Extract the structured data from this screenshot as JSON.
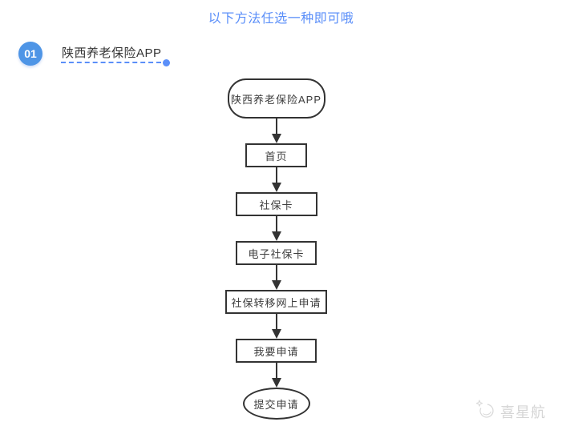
{
  "header": {
    "note": "以下方法任选一种即可哦"
  },
  "section": {
    "number": "01",
    "title": "陕西养老保险APP"
  },
  "flowchart": {
    "type": "flowchart",
    "direction": "top-down",
    "nodes": [
      {
        "label": "陕西养老保险APP",
        "shape": "stadium"
      },
      {
        "label": "首页",
        "shape": "rect"
      },
      {
        "label": "社保卡",
        "shape": "rect"
      },
      {
        "label": "电子社保卡",
        "shape": "rect"
      },
      {
        "label": "社保转移网上申请",
        "shape": "rect"
      },
      {
        "label": "我要申请",
        "shape": "rect"
      },
      {
        "label": "提交申请",
        "shape": "ellipse"
      }
    ]
  },
  "watermark": {
    "text": "喜星航",
    "icon": "star-moon-doodle-icon"
  },
  "colors": {
    "accent_blue": "#5b8ff9",
    "badge_blue": "#4e95e6",
    "flow_stroke": "#333333",
    "watermark_gray": "#d5d5d5",
    "background": "#ffffff"
  }
}
